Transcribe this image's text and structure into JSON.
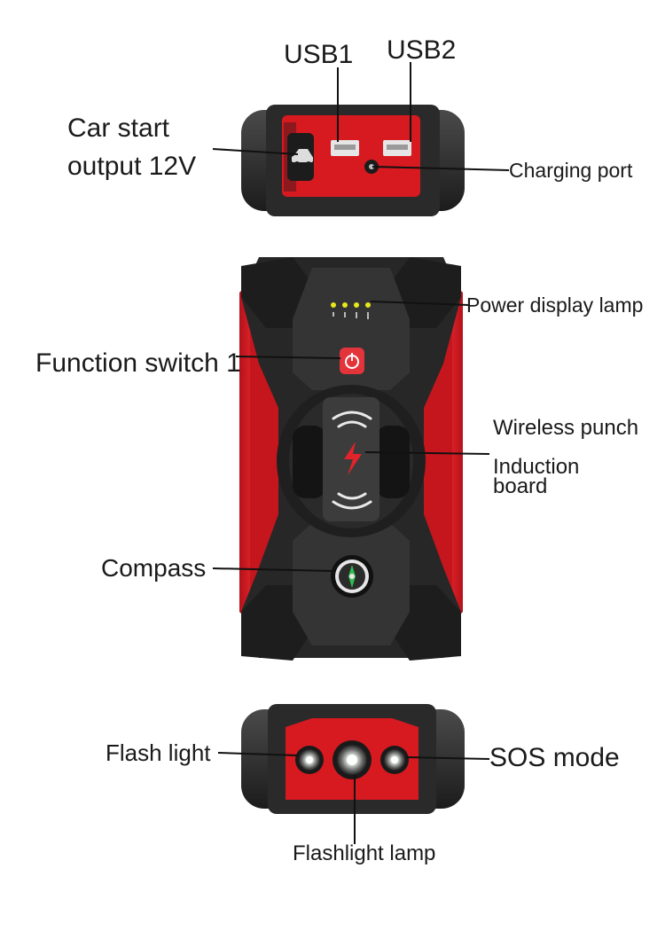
{
  "labels": {
    "usb1": "USB1",
    "usb2": "USB2",
    "car_start_line1": "Car start",
    "car_start_line2": "output 12V",
    "charging_port": "Charging port",
    "power_display_lamp": "Power display lamp",
    "function_switch": "Function switch 1",
    "wireless_line1": "Wireless punch",
    "induction_line1": "Induction",
    "induction_line2": "board",
    "compass": "Compass",
    "flash_light": "Flash light",
    "sos_mode": "SOS mode",
    "flashlight_lamp": "Flashlight lamp"
  },
  "colors": {
    "body_red": "#d71920",
    "body_black": "#2b2b2b",
    "led_yellow": "#e8e81a"
  },
  "indicators": {
    "power_leds_lit": 4
  }
}
